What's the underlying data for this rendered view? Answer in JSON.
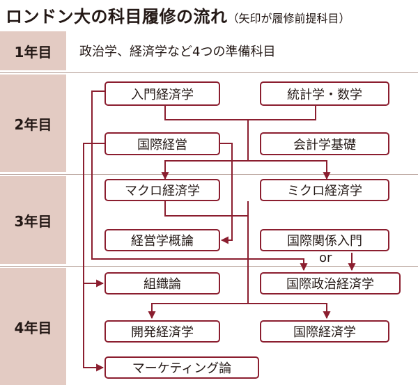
{
  "title": {
    "main": "ロンドン大の科目履修の流れ",
    "note": "（矢印が履修前提科目）"
  },
  "years": [
    {
      "label": "1年目"
    },
    {
      "label": "2年目"
    },
    {
      "label": "3年目"
    },
    {
      "label": "4年目"
    }
  ],
  "year1_text": "政治学、経済学など4つの準備科目",
  "courses": {
    "intro_econ": "入門経済学",
    "stats_math": "統計学・数学",
    "intl_management": "国際経営",
    "accounting_basics": "会計学基礎",
    "macroeconomics": "マクロ経済学",
    "microeconomics": "ミクロ経済学",
    "management_theory": "経営学概論",
    "intl_relations_intro": "国際関係入門",
    "organization_theory": "組織論",
    "intl_political_economy": "国際政治経済学",
    "development_econ": "開発経済学",
    "intl_economics": "国際経済学",
    "marketing_theory": "マーケティング論"
  },
  "or_label": "or",
  "colors": {
    "accent": "#8b1e2f",
    "band": "#e3cbc3",
    "text": "#231815"
  }
}
